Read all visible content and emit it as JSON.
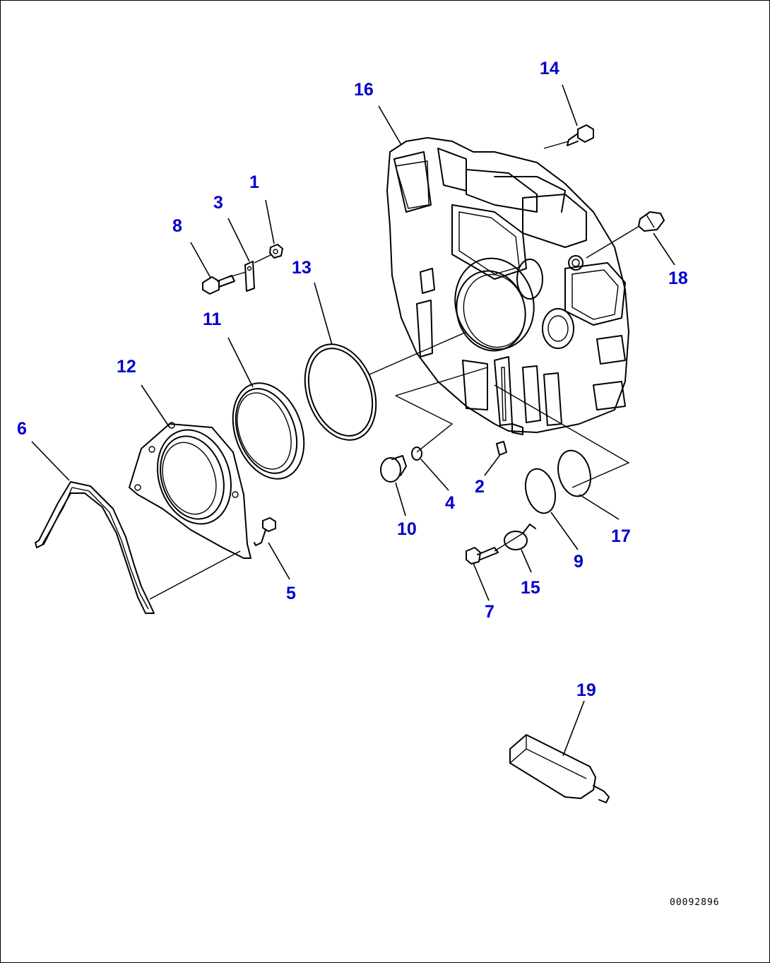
{
  "diagram": {
    "label_color": "#0000cc",
    "line_color": "#000000",
    "callouts": [
      {
        "id": "1",
        "text": "1"
      },
      {
        "id": "2",
        "text": "2"
      },
      {
        "id": "3",
        "text": "3"
      },
      {
        "id": "4",
        "text": "4"
      },
      {
        "id": "5",
        "text": "5"
      },
      {
        "id": "6",
        "text": "6"
      },
      {
        "id": "7",
        "text": "7"
      },
      {
        "id": "8",
        "text": "8"
      },
      {
        "id": "9",
        "text": "9"
      },
      {
        "id": "10",
        "text": "10"
      },
      {
        "id": "11",
        "text": "11"
      },
      {
        "id": "12",
        "text": "12"
      },
      {
        "id": "13",
        "text": "13"
      },
      {
        "id": "14",
        "text": "14"
      },
      {
        "id": "15",
        "text": "15"
      },
      {
        "id": "16",
        "text": "16"
      },
      {
        "id": "17",
        "text": "17"
      },
      {
        "id": "18",
        "text": "18"
      },
      {
        "id": "19",
        "text": "19"
      }
    ],
    "document_id": "00092896"
  }
}
